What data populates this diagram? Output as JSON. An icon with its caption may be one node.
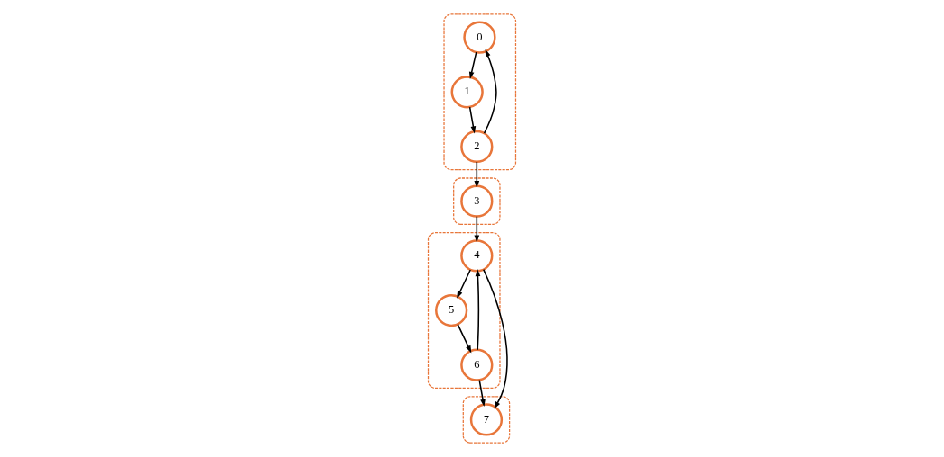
{
  "diagram": {
    "nodes": [
      {
        "text": [],
        "shape": "cloud"
      },
      {
        "text": [
          "0"
        ],
        "in": 0
      },
      {
        "text": [
          "2"
        ],
        "in": 0
      },
      {
        "text": [
          "1"
        ],
        "in": 0
      },
      {
        "text": [],
        "shape": "cloud"
      },
      {
        "text": [
          "3"
        ],
        "in": 4
      },
      {
        "text": [],
        "shape": "cloud"
      },
      {
        "text": [
          "4"
        ],
        "in": 6
      },
      {
        "text": [],
        "shape": "cloud"
      },
      {
        "text": [
          "7"
        ],
        "in": 8
      },
      {
        "text": [
          "5"
        ],
        "in": 6
      },
      {
        "text": [
          "6"
        ],
        "in": 6
      }
    ],
    "edges": [
      {
        "from": 2,
        "to": 1,
        "arrow": "to"
      },
      {
        "from": 1,
        "to": 3,
        "arrow": "to"
      },
      {
        "from": 3,
        "to": 2,
        "arrow": "to"
      },
      {
        "from": 2,
        "to": 5,
        "arrow": "to"
      },
      {
        "from": 5,
        "to": 7,
        "arrow": "to"
      },
      {
        "from": 7,
        "to": 9,
        "arrow": "to"
      },
      {
        "from": 7,
        "to": 10,
        "arrow": "to"
      },
      {
        "from": 10,
        "to": 11,
        "arrow": "to"
      },
      {
        "from": 11,
        "to": 7,
        "arrow": "to"
      },
      {
        "from": 11,
        "to": 9,
        "arrow": "to"
      }
    ]
  }
}
